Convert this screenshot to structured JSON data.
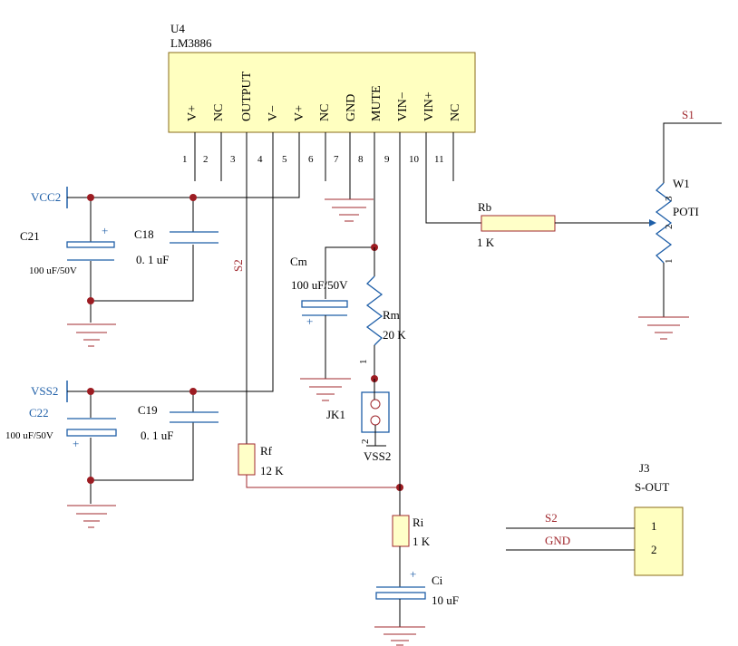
{
  "ic": {
    "designator": "U4",
    "part": "LM3886",
    "pin_names": [
      "V+",
      "NC",
      "OUTPUT",
      "V−",
      "V+",
      "NC",
      "GND",
      "MUTE",
      "VIN−",
      "VIN+",
      "NC"
    ],
    "pin_numbers": [
      "1",
      "2",
      "3",
      "4",
      "5",
      "6",
      "7",
      "8",
      "9",
      "10",
      "11"
    ]
  },
  "nets": {
    "vcc2": "VCC2",
    "vss2_left": "VSS2",
    "vss2_jack": "VSS2",
    "s2_vertical": "S2",
    "s1": "S1",
    "s2_out": "S2",
    "gnd_out": "GND"
  },
  "components": {
    "c21": {
      "ref": "C21",
      "value": "100 uF/50V",
      "polarity": "+"
    },
    "c18": {
      "ref": "C18",
      "value": "0. 1 uF"
    },
    "c22": {
      "ref": "C22",
      "value": "100 uF/50V",
      "polarity": "+"
    },
    "c19": {
      "ref": "C19",
      "value": "0. 1 uF"
    },
    "cm": {
      "ref": "Cm",
      "value": "100 uF/50V",
      "polarity": "+"
    },
    "rm": {
      "ref": "Rm",
      "value": "20 K",
      "pin1": "1"
    },
    "jk1": {
      "ref": "JK1",
      "pin2": "2"
    },
    "rf": {
      "ref": "Rf",
      "value": "12 K"
    },
    "ri": {
      "ref": "Ri",
      "value": "1 K"
    },
    "ci": {
      "ref": "Ci",
      "value": "10 uF",
      "polarity": "+"
    },
    "rb": {
      "ref": "Rb",
      "value": "1 K"
    },
    "w1": {
      "ref": "W1",
      "value": "POTI",
      "pin1": "1",
      "pin2": "2",
      "pin3": "3"
    },
    "j3": {
      "ref": "J3",
      "value": "S-OUT",
      "pin1": "1",
      "pin2": "2"
    }
  },
  "colors": {
    "wire": "#000000",
    "net_label_blue": "#1f5fa8",
    "net_label_red": "#a0282e",
    "junction": "#9c1c22",
    "ic_fill": "#ffffc0",
    "resistor_fill": "#ffffc8"
  }
}
